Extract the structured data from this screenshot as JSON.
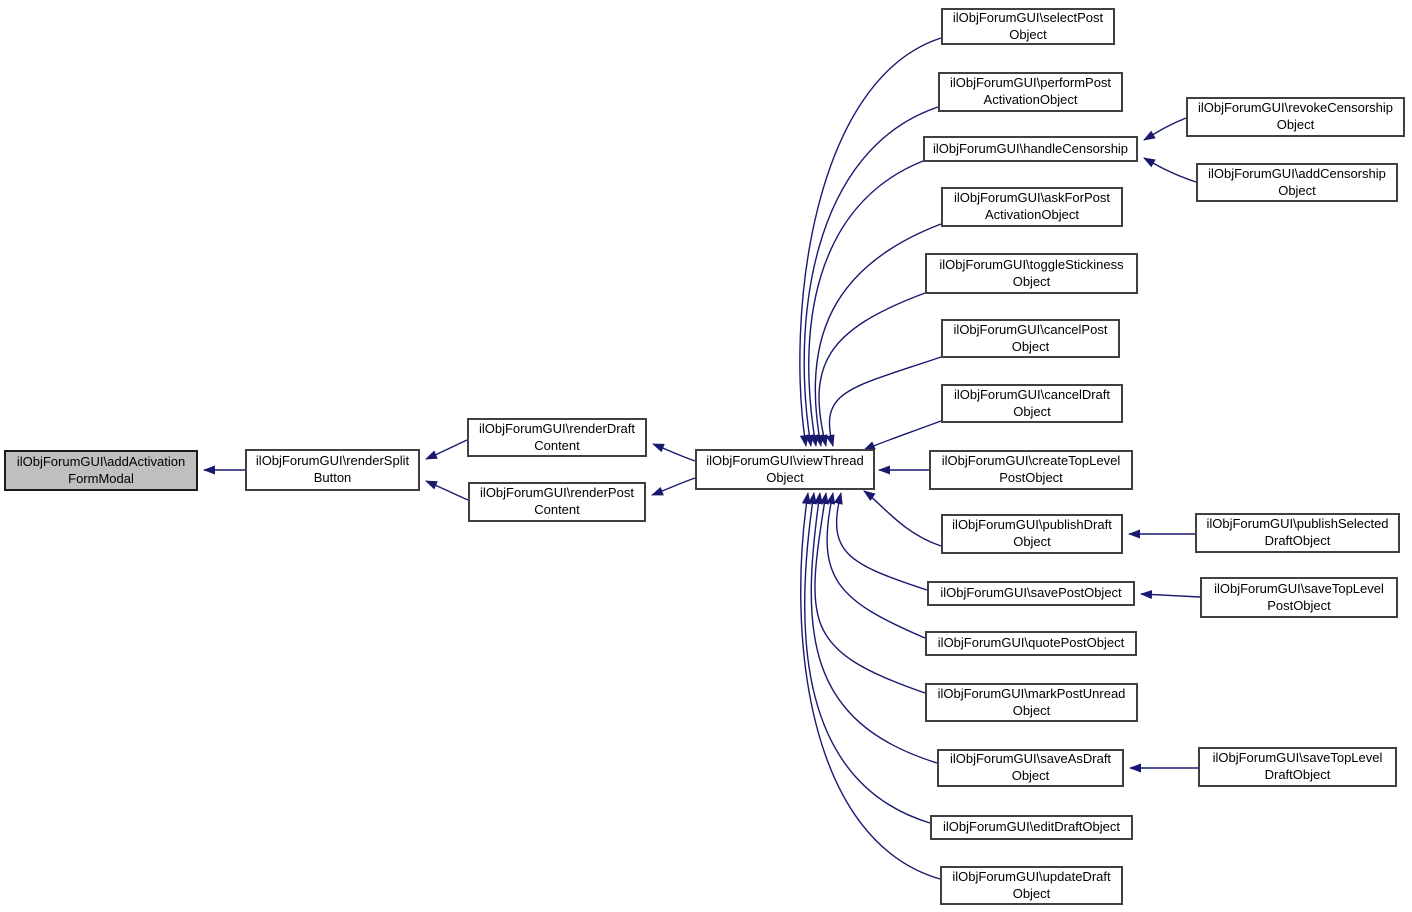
{
  "diagram": {
    "type": "call-graph",
    "edge_color": "#191970",
    "node_border_color": "#404040",
    "highlight_fill": "#bfbfbf",
    "background": "#ffffff"
  },
  "nodes": {
    "addActivationFormModal": {
      "label": "ilObjForumGUI\\addActivation\nFormModal",
      "highlighted": true
    },
    "renderSplitButton": {
      "label": "ilObjForumGUI\\renderSplit\nButton",
      "highlighted": false
    },
    "renderDraftContent": {
      "label": "ilObjForumGUI\\renderDraft\nContent",
      "highlighted": false
    },
    "renderPostContent": {
      "label": "ilObjForumGUI\\renderPost\nContent",
      "highlighted": false
    },
    "viewThreadObject": {
      "label": "ilObjForumGUI\\viewThread\nObject",
      "highlighted": false
    },
    "selectPostObject": {
      "label": "ilObjForumGUI\\selectPost\nObject",
      "highlighted": false
    },
    "performPostActivationObject": {
      "label": "ilObjForumGUI\\performPost\nActivationObject",
      "highlighted": false
    },
    "handleCensorship": {
      "label": "ilObjForumGUI\\handleCensorship",
      "highlighted": false
    },
    "revokeCensorshipObject": {
      "label": "ilObjForumGUI\\revokeCensorship\nObject",
      "highlighted": false
    },
    "addCensorshipObject": {
      "label": "ilObjForumGUI\\addCensorship\nObject",
      "highlighted": false
    },
    "askForPostActivationObject": {
      "label": "ilObjForumGUI\\askForPost\nActivationObject",
      "highlighted": false
    },
    "toggleStickinessObject": {
      "label": "ilObjForumGUI\\toggleStickiness\nObject",
      "highlighted": false
    },
    "cancelPostObject": {
      "label": "ilObjForumGUI\\cancelPost\nObject",
      "highlighted": false
    },
    "cancelDraftObject": {
      "label": "ilObjForumGUI\\cancelDraft\nObject",
      "highlighted": false
    },
    "createTopLevelPostObject": {
      "label": "ilObjForumGUI\\createTopLevel\nPostObject",
      "highlighted": false
    },
    "publishDraftObject": {
      "label": "ilObjForumGUI\\publishDraft\nObject",
      "highlighted": false
    },
    "publishSelectedDraftObject": {
      "label": "ilObjForumGUI\\publishSelected\nDraftObject",
      "highlighted": false
    },
    "savePostObject": {
      "label": "ilObjForumGUI\\savePostObject",
      "highlighted": false
    },
    "saveTopLevelPostObject": {
      "label": "ilObjForumGUI\\saveTopLevel\nPostObject",
      "highlighted": false
    },
    "quotePostObject": {
      "label": "ilObjForumGUI\\quotePostObject",
      "highlighted": false
    },
    "markPostUnreadObject": {
      "label": "ilObjForumGUI\\markPostUnread\nObject",
      "highlighted": false
    },
    "saveAsDraftObject": {
      "label": "ilObjForumGUI\\saveAsDraft\nObject",
      "highlighted": false
    },
    "saveTopLevelDraftObject": {
      "label": "ilObjForumGUI\\saveTopLevel\nDraftObject",
      "highlighted": false
    },
    "editDraftObject": {
      "label": "ilObjForumGUI\\editDraftObject",
      "highlighted": false
    },
    "updateDraftObject": {
      "label": "ilObjForumGUI\\updateDraft\nObject",
      "highlighted": false
    }
  },
  "edges": [
    {
      "from": "renderSplitButton",
      "to": "addActivationFormModal"
    },
    {
      "from": "renderDraftContent",
      "to": "renderSplitButton"
    },
    {
      "from": "renderPostContent",
      "to": "renderSplitButton"
    },
    {
      "from": "viewThreadObject",
      "to": "renderDraftContent"
    },
    {
      "from": "viewThreadObject",
      "to": "renderPostContent"
    },
    {
      "from": "selectPostObject",
      "to": "viewThreadObject"
    },
    {
      "from": "performPostActivationObject",
      "to": "viewThreadObject"
    },
    {
      "from": "handleCensorship",
      "to": "viewThreadObject"
    },
    {
      "from": "askForPostActivationObject",
      "to": "viewThreadObject"
    },
    {
      "from": "toggleStickinessObject",
      "to": "viewThreadObject"
    },
    {
      "from": "cancelPostObject",
      "to": "viewThreadObject"
    },
    {
      "from": "cancelDraftObject",
      "to": "viewThreadObject"
    },
    {
      "from": "createTopLevelPostObject",
      "to": "viewThreadObject"
    },
    {
      "from": "publishDraftObject",
      "to": "viewThreadObject"
    },
    {
      "from": "savePostObject",
      "to": "viewThreadObject"
    },
    {
      "from": "quotePostObject",
      "to": "viewThreadObject"
    },
    {
      "from": "markPostUnreadObject",
      "to": "viewThreadObject"
    },
    {
      "from": "saveAsDraftObject",
      "to": "viewThreadObject"
    },
    {
      "from": "editDraftObject",
      "to": "viewThreadObject"
    },
    {
      "from": "updateDraftObject",
      "to": "viewThreadObject"
    },
    {
      "from": "revokeCensorshipObject",
      "to": "handleCensorship"
    },
    {
      "from": "addCensorshipObject",
      "to": "handleCensorship"
    },
    {
      "from": "publishSelectedDraftObject",
      "to": "publishDraftObject"
    },
    {
      "from": "saveTopLevelPostObject",
      "to": "savePostObject"
    },
    {
      "from": "saveTopLevelDraftObject",
      "to": "saveAsDraftObject"
    }
  ]
}
